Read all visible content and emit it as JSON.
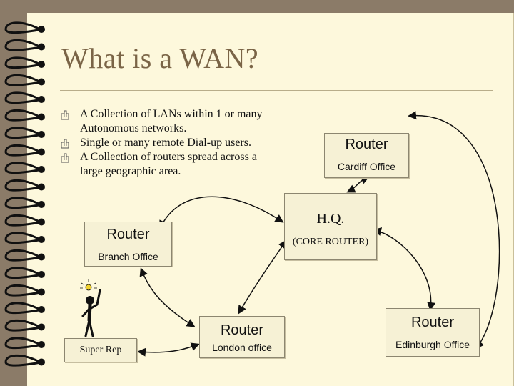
{
  "slide": {
    "title": "What is a WAN?",
    "bullets": [
      "A Collection of LANs within 1 or many Autonomous networks.",
      "Single or many  remote Dial-up users.",
      "A Collection of routers spread across a large geographic area."
    ],
    "bullet_icon": "pointing-hand-icon"
  },
  "nodes": {
    "cardiff": {
      "title": "Router",
      "subtitle": "Cardiff Office"
    },
    "hq": {
      "title": "H.Q.",
      "subtitle": "(CORE ROUTER)"
    },
    "branch": {
      "title": "Router",
      "subtitle": "Branch Office"
    },
    "superrep": {
      "title": "Super Rep"
    },
    "london": {
      "title": "Router",
      "subtitle": "London office"
    },
    "edinburgh": {
      "title": "Router",
      "subtitle": "Edinburgh Office"
    }
  },
  "colors": {
    "background": "#8b7b68",
    "page": "#fdf8dc",
    "title": "#7a6446",
    "node_fill": "#f6f1d5",
    "node_border": "#8c8670"
  }
}
